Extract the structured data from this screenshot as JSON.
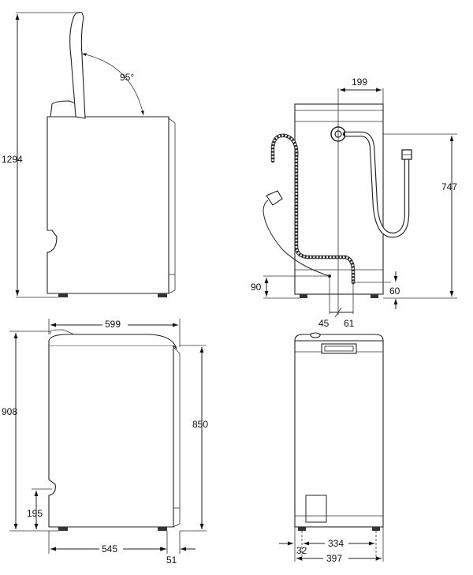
{
  "dimensions": {
    "total_height_lid_open": "1294",
    "lid_angle": "95°",
    "connection_offset": "199",
    "inlet_height": "747",
    "drain_height": "90",
    "drain_clearance": "60",
    "drain_offset_left": "45",
    "drain_offset_right": "61",
    "width": "599",
    "height_with_lid": "908",
    "height_body": "850",
    "foot_height": "195",
    "depth": "545",
    "depth_extra": "51",
    "feet_spacing": "334",
    "foot_offset": "32",
    "total_depth": "397"
  }
}
